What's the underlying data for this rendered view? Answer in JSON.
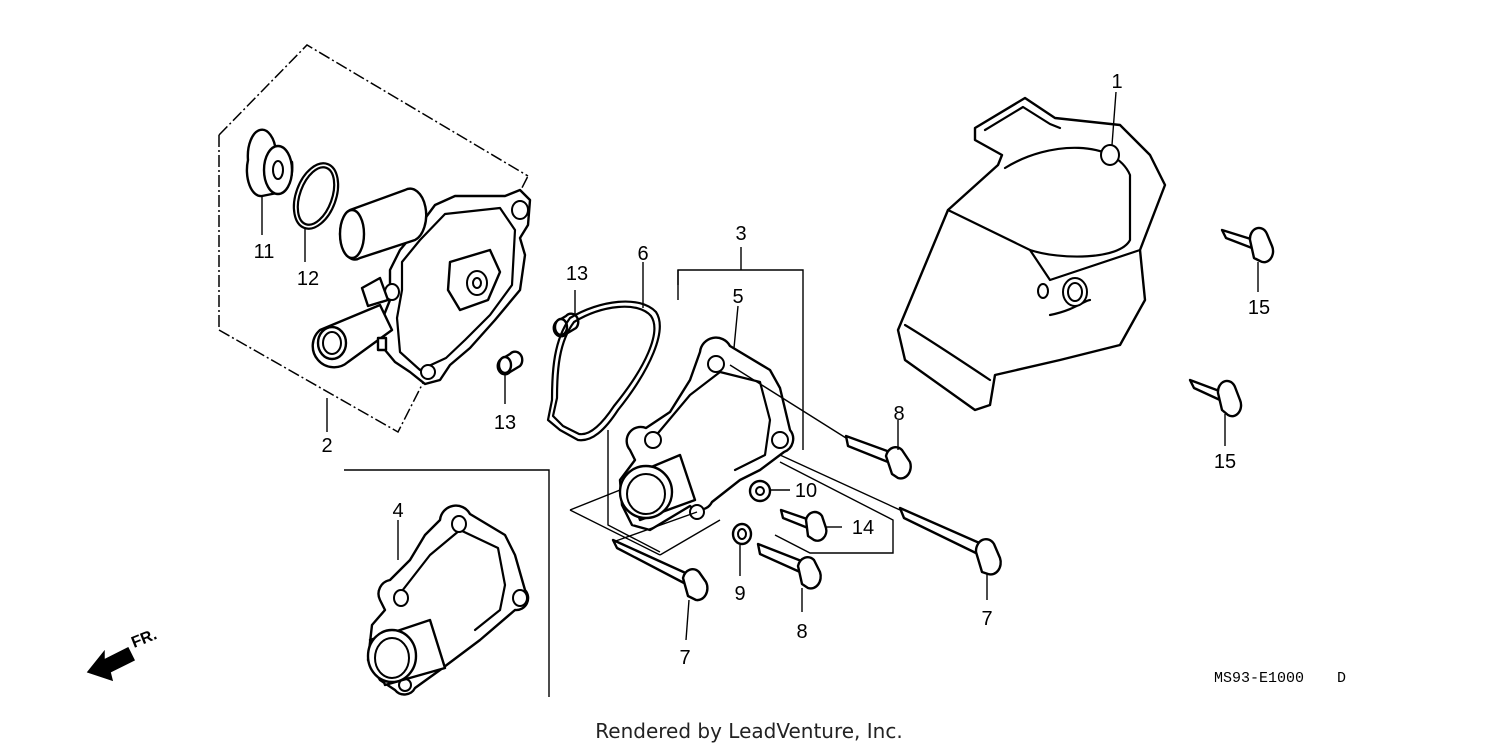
{
  "callouts": {
    "c1": "1",
    "c2": "2",
    "c3": "3",
    "c4": "4",
    "c5": "5",
    "c6": "6",
    "c7a": "7",
    "c7b": "7",
    "c8a": "8",
    "c8b": "8",
    "c9": "9",
    "c10": "10",
    "c11": "11",
    "c12": "12",
    "c13a": "13",
    "c13b": "13",
    "c14": "14",
    "c15a": "15",
    "c15b": "15"
  },
  "direction_label": "FR.",
  "diagram_code": "MS93-E1000",
  "diagram_code_suffix": "D",
  "credit": "Rendered by LeadVenture, Inc."
}
